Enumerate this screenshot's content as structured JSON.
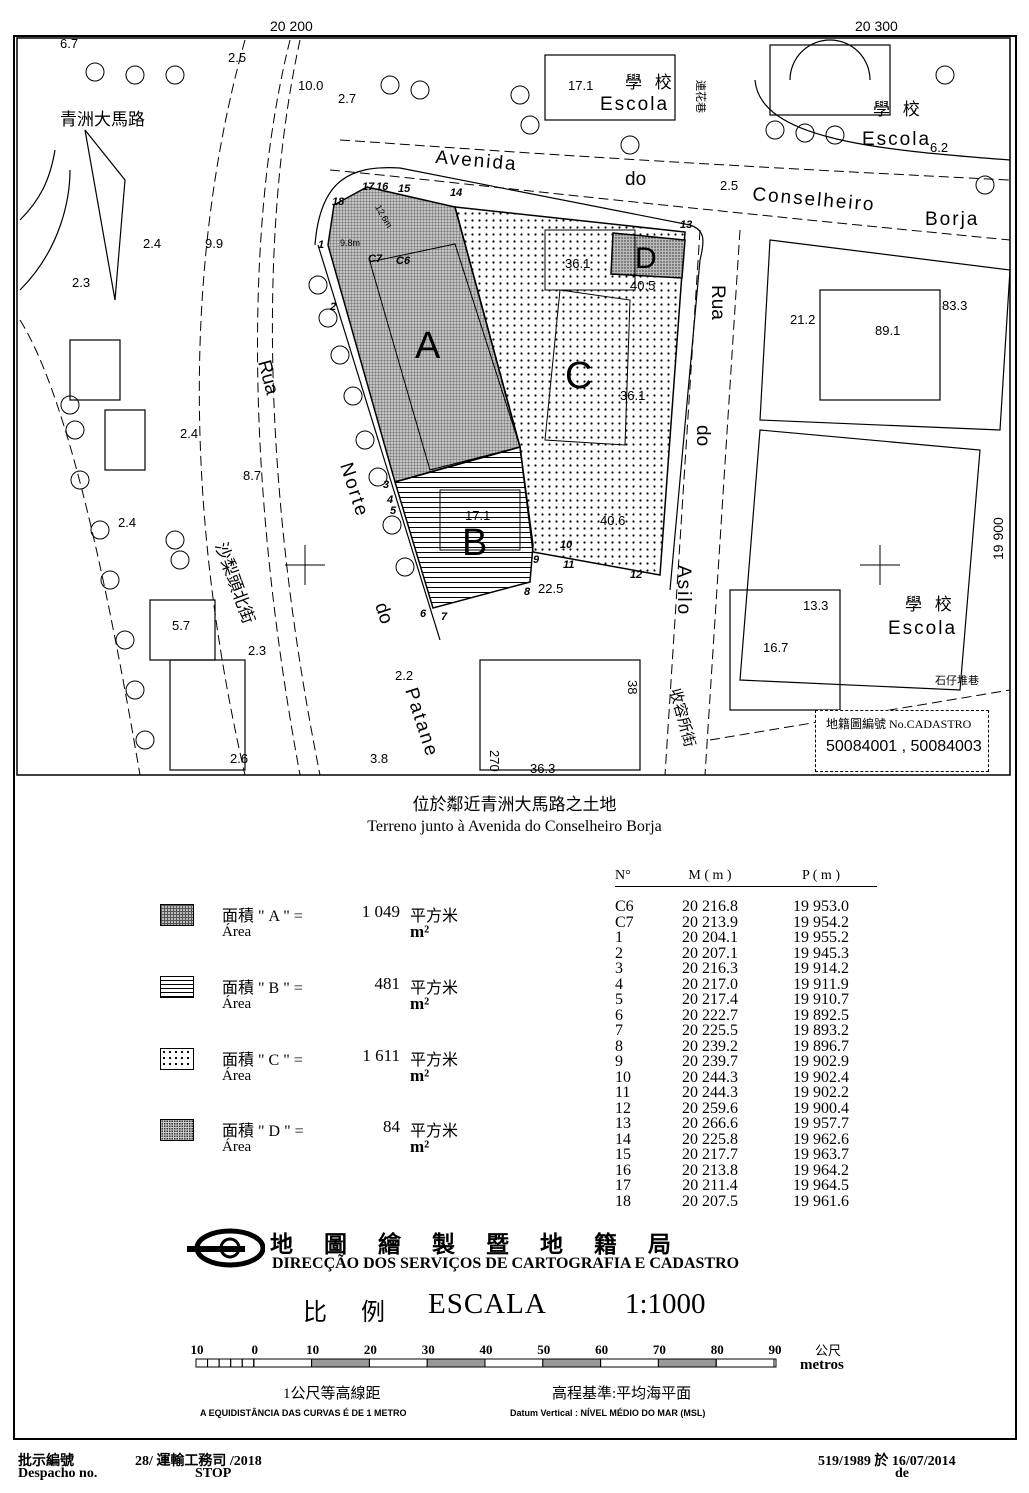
{
  "grid": {
    "top_left": "20 200",
    "top_right": "20 300",
    "right": "19 900"
  },
  "map_labels": {
    "street_zh_1": "青洲大馬路",
    "street_zh_2": "沙梨頭北街",
    "street_zh_3": "收容所街",
    "street_zh_4": "石仔堆巷",
    "street_zh_5": "連花巷",
    "avenida": "Avenida",
    "do1": "do",
    "conselheiro": "Conselheiro",
    "borja": "Borja",
    "rua1": "Rua",
    "norte": "Norte",
    "do2": "do",
    "patane": "Patane",
    "rua2": "Rua",
    "do3": "do",
    "asilo": "Asilo",
    "school_zh_1": "學 校",
    "school_1": "Escola",
    "school_zh_2": "學 校",
    "school_2": "Escola",
    "school_zh_3": "學 校",
    "school_3": "Escola",
    "plot_a": "A",
    "plot_b": "B",
    "plot_c": "C",
    "plot_d": "D",
    "distance_note": "9.8m",
    "distance_note_2": "12.6m",
    "elevations": [
      "6.7",
      "2.5",
      "10.0",
      "2.7",
      "17.1",
      "6.2",
      "2.5",
      "2.4",
      "9.9",
      "2.3",
      "36.1",
      "40.5",
      "21.2",
      "83.3",
      "89.1",
      "36.1",
      "2.4",
      "8.7",
      "2.4",
      "17.1",
      "40.6",
      "22.5",
      "5.7",
      "2.3",
      "13.3",
      "16.7",
      "2.2",
      "2.6",
      "3.8",
      "36.3",
      "270",
      "38"
    ],
    "points": [
      "18",
      "17",
      "16",
      "15",
      "14",
      "13",
      "1",
      "C7",
      "C6",
      "2",
      "3",
      "4",
      "5",
      "6",
      "7",
      "8",
      "9",
      "10",
      "11",
      "12"
    ]
  },
  "cadastro": {
    "label": "地籍圖編號 No.CADASTRO",
    "numbers": "50084001 , 50084003"
  },
  "title": {
    "zh": "位於鄰近青洲大馬路之土地",
    "pt": "Terreno junto à Avenida do Conselheiro Borja"
  },
  "legend": [
    {
      "zh": "面積 \" A \" =",
      "pt": "Área",
      "value": "1 049",
      "unit_zh": "平方米",
      "unit": "m²"
    },
    {
      "zh": "面積 \" B \" =",
      "pt": "Área",
      "value": "481",
      "unit_zh": "平方米",
      "unit": "m²"
    },
    {
      "zh": "面積 \" C \" =",
      "pt": "Área",
      "value": "1 611",
      "unit_zh": "平方米",
      "unit": "m²"
    },
    {
      "zh": "面積 \" D \" =",
      "pt": "Área",
      "value": "84",
      "unit_zh": "平方米",
      "unit": "m²"
    }
  ],
  "coord_table": {
    "headers": [
      "N°",
      "M ( m )",
      "P ( m )"
    ],
    "rows": [
      [
        "C6",
        "20  216.8",
        "19  953.0"
      ],
      [
        "C7",
        "20  213.9",
        "19  954.2"
      ],
      [
        "1",
        "20  204.1",
        "19  955.2"
      ],
      [
        "2",
        "20  207.1",
        "19  945.3"
      ],
      [
        "3",
        "20  216.3",
        "19  914.2"
      ],
      [
        "4",
        "20  217.0",
        "19  911.9"
      ],
      [
        "5",
        "20  217.4",
        "19  910.7"
      ],
      [
        "6",
        "20  222.7",
        "19  892.5"
      ],
      [
        "7",
        "20  225.5",
        "19  893.2"
      ],
      [
        "8",
        "20  239.2",
        "19  896.7"
      ],
      [
        "9",
        "20  239.7",
        "19  902.9"
      ],
      [
        "10",
        "20  244.3",
        "19  902.4"
      ],
      [
        "11",
        "20  244.3",
        "19  902.2"
      ],
      [
        "12",
        "20  259.6",
        "19  900.4"
      ],
      [
        "13",
        "20  266.6",
        "19  957.7"
      ],
      [
        "14",
        "20  225.8",
        "19  962.6"
      ],
      [
        "15",
        "20  217.7",
        "19  963.7"
      ],
      [
        "16",
        "20  213.8",
        "19  964.2"
      ],
      [
        "17",
        "20  211.4",
        "19  964.5"
      ],
      [
        "18",
        "20  207.5",
        "19  961.6"
      ]
    ]
  },
  "agency": {
    "zh": "地圖繪製暨地籍局",
    "pt": "DIRECÇÃO DOS SERVIÇOS DE CARTOGRAFIA E CADASTRO"
  },
  "scale": {
    "zh": "比 例",
    "pt": "ESCALA",
    "value": "1:1000",
    "ticks": [
      "10",
      "0",
      "10",
      "20",
      "30",
      "40",
      "50",
      "60",
      "70",
      "80",
      "90"
    ],
    "unit_zh": "公尺",
    "unit": "metros"
  },
  "contour": {
    "zh": "1公尺等高線距",
    "pt": "A EQUIDISTÂNCIA DAS CURVAS É DE 1 METRO"
  },
  "datum": {
    "zh": "高程基準:平均海平面",
    "pt": "Datum Vertical : NÍVEL MÉDIO DO MAR (MSL)"
  },
  "footer": {
    "despacho_zh": "批示編號",
    "despacho_pt": "Despacho no.",
    "number": "28/  運輸工務司  /2018",
    "stop": "STOP",
    "ref": "519/1989 於 16/07/2014",
    "de": "de"
  }
}
